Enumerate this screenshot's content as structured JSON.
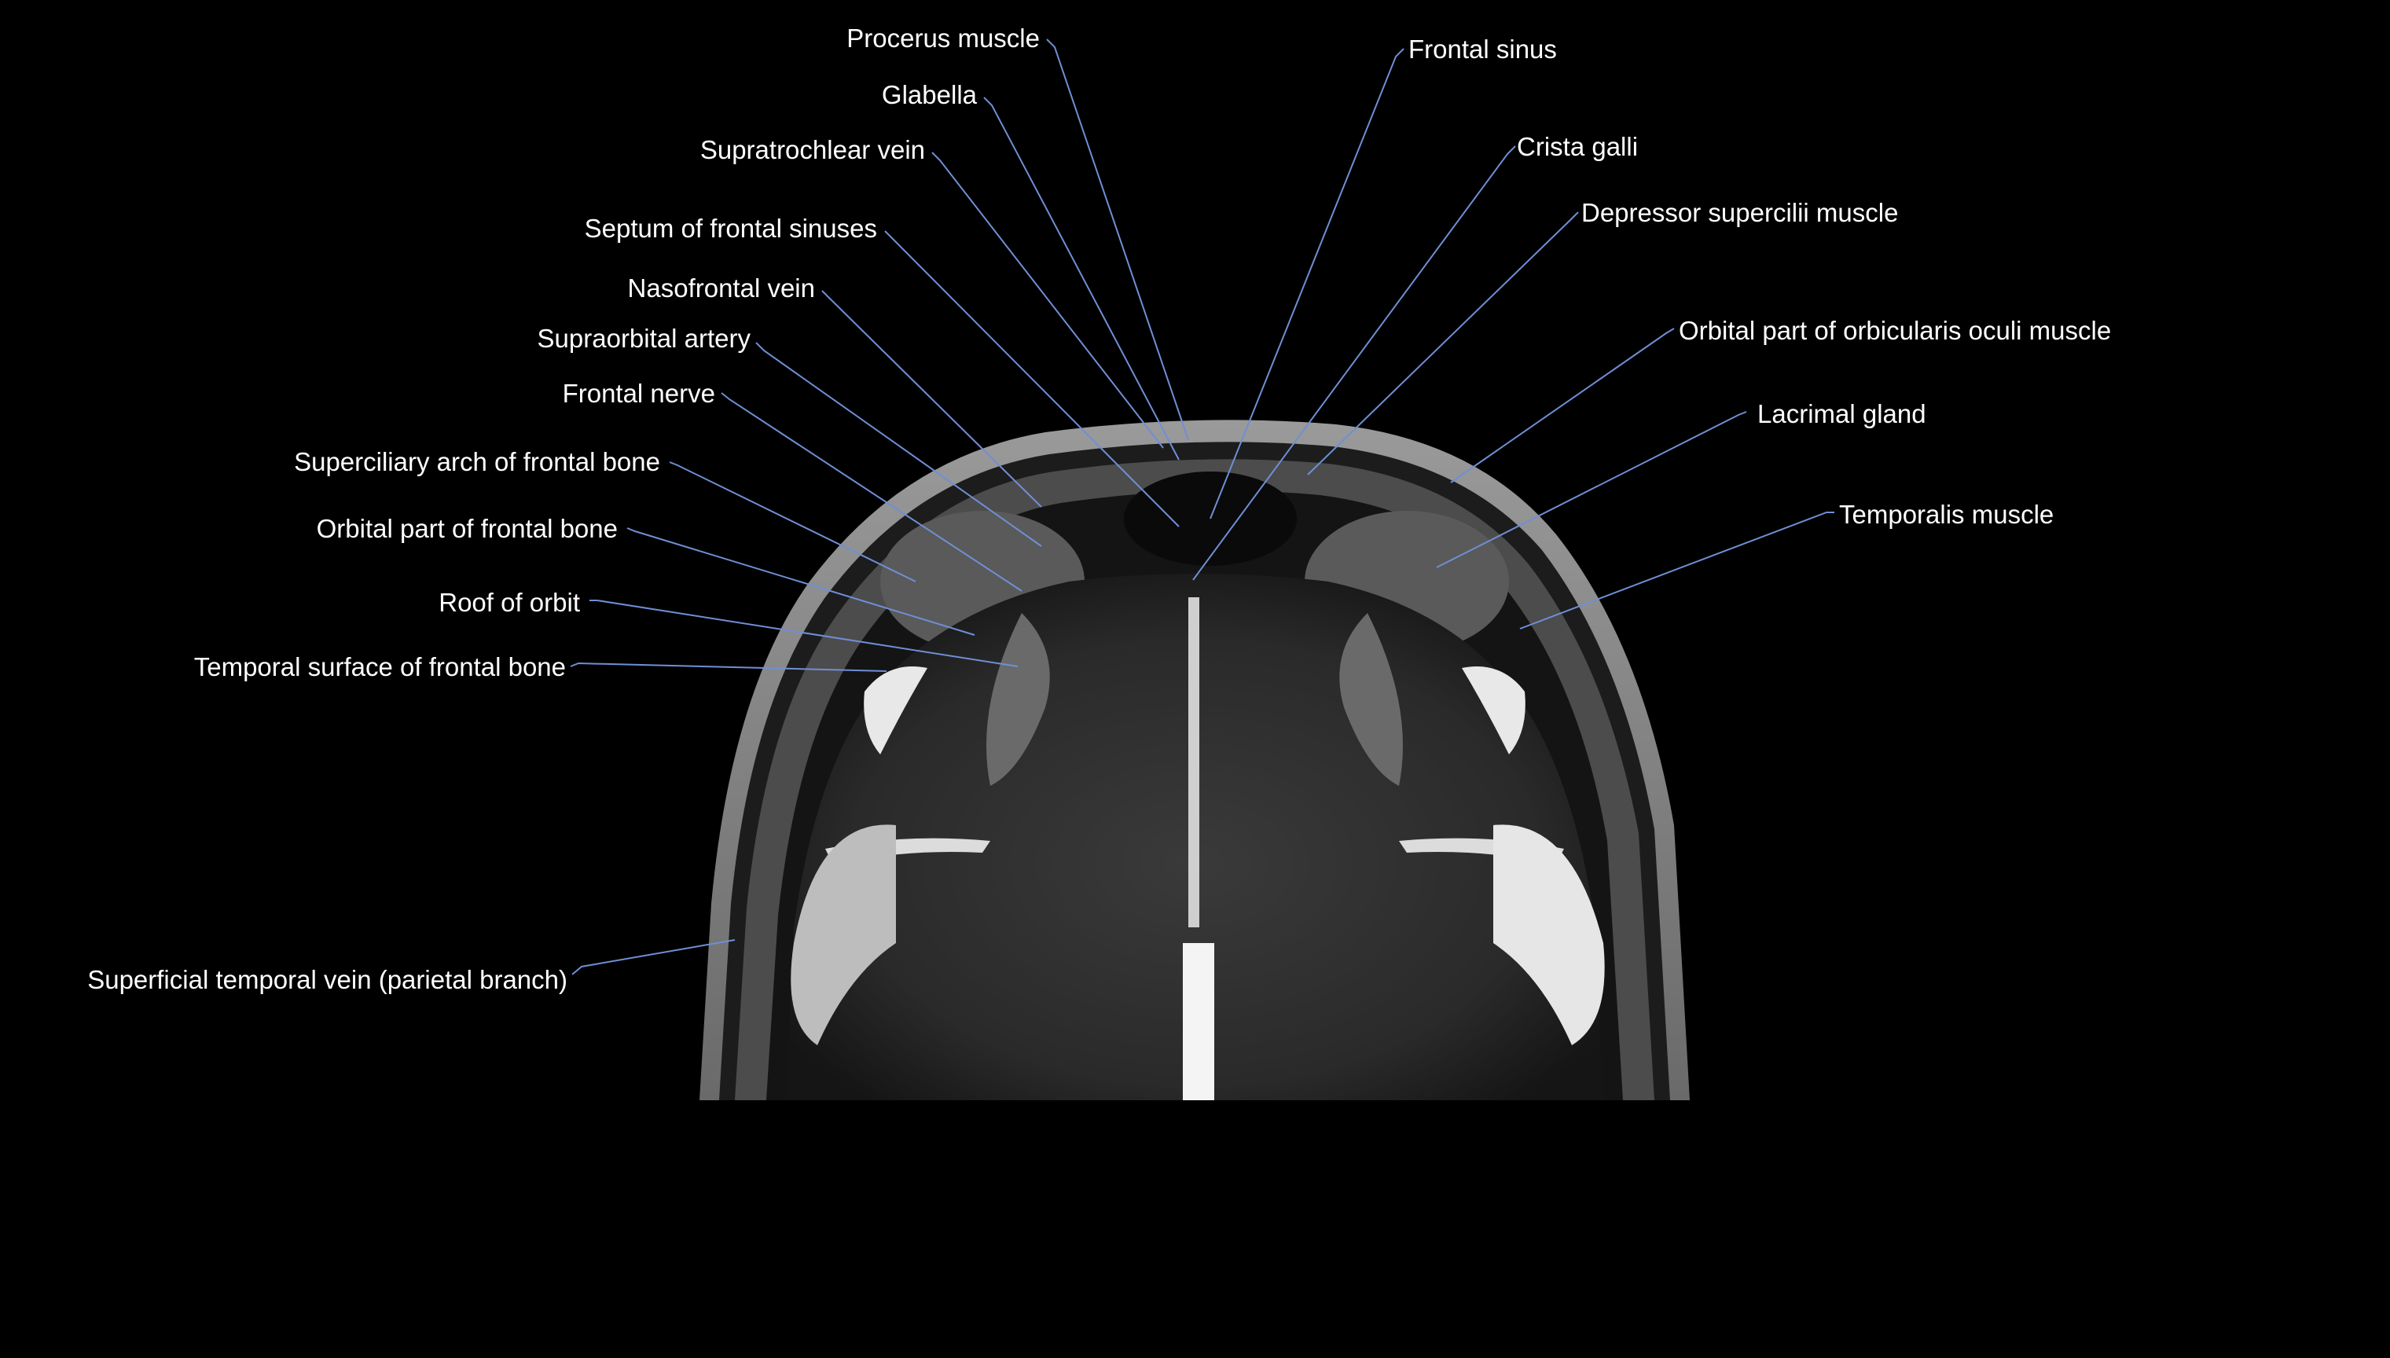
{
  "colors": {
    "background": "#000000",
    "label_text": "#ffffff",
    "leader_line": "#6f8fd6",
    "tissue_bright": "#f2f2f2",
    "tissue_mid": "#4a4a4a",
    "tissue_dark": "#1a1a1a"
  },
  "image": {
    "description_icon": "mri-axial-brain-image"
  },
  "labels": [
    {
      "id": "procerus-muscle",
      "text": "Procerus muscle"
    },
    {
      "id": "glabella",
      "text": "Glabella"
    },
    {
      "id": "supratrochlear-vein",
      "text": "Supratrochlear vein"
    },
    {
      "id": "septum-of-frontal-sinuses",
      "text": "Septum of frontal sinuses"
    },
    {
      "id": "nasofrontal-vein",
      "text": "Nasofrontal vein"
    },
    {
      "id": "supraorbital-artery",
      "text": "Supraorbital artery"
    },
    {
      "id": "frontal-nerve",
      "text": "Frontal nerve"
    },
    {
      "id": "superciliary-arch",
      "text": "Superciliary arch of frontal bone"
    },
    {
      "id": "orbital-part-frontal-bone",
      "text": "Orbital part of frontal bone"
    },
    {
      "id": "roof-of-orbit",
      "text": "Roof of orbit"
    },
    {
      "id": "temporal-surface-frontal-bone",
      "text": "Temporal surface of frontal bone"
    },
    {
      "id": "superficial-temporal-vein",
      "text": "Superficial temporal vein (parietal branch)"
    },
    {
      "id": "frontal-sinus",
      "text": "Frontal sinus"
    },
    {
      "id": "crista-galli",
      "text": "Crista galli"
    },
    {
      "id": "depressor-supercilii",
      "text": "Depressor supercilii muscle"
    },
    {
      "id": "orbital-part-orbicularis",
      "text": "Orbital part of orbicularis oculi muscle"
    },
    {
      "id": "lacrimal-gland",
      "text": "Lacrimal gland"
    },
    {
      "id": "temporalis-muscle",
      "text": "Temporalis muscle"
    }
  ]
}
